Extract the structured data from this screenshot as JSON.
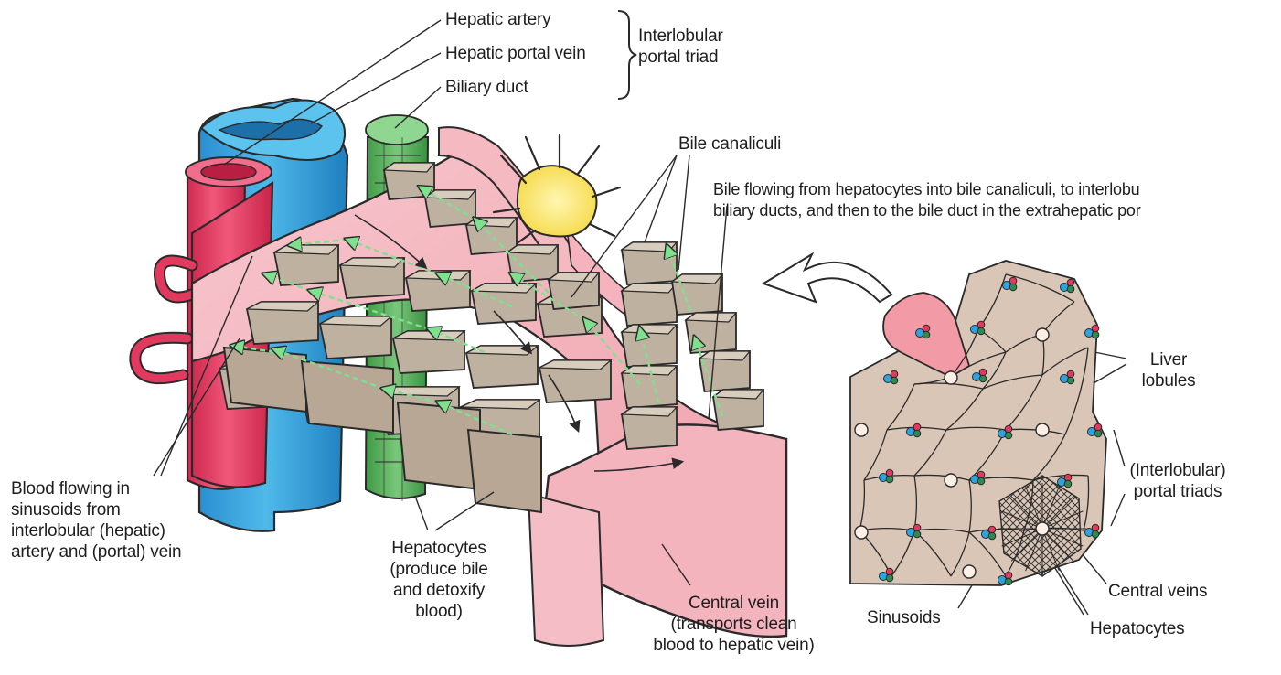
{
  "labels": {
    "hepatic_artery": "Hepatic artery",
    "hepatic_portal_vein": "Hepatic portal vein",
    "biliary_duct": "Biliary duct",
    "interlobular_portal_triad": [
      "Interlobular",
      "portal triad"
    ],
    "bile_canaliculi": "Bile canaliculi",
    "bile_flow": [
      "Bile flowing from hepatocytes into bile canaliculi, to interlobu",
      "biliary ducts, and then to the bile duct in the extrahepatic por"
    ],
    "blood_flow": [
      "Blood flowing in",
      "sinusoids from",
      "interlobular (hepatic)",
      "artery and (portal) vein"
    ],
    "hepatocytes_main": [
      "Hepatocytes",
      "(produce bile",
      "and detoxify",
      "blood)"
    ],
    "central_vein": [
      "Central vein",
      "(transports clean",
      "blood to hepatic vein)"
    ],
    "liver_lobules": [
      "Liver",
      "lobules"
    ],
    "portal_triads": [
      "(Interlobular)",
      "portal triads"
    ],
    "central_veins": "Central veins",
    "sinusoids": "Sinusoids",
    "hepatocytes_lobule": "Hepatocytes"
  },
  "colors": {
    "artery": "#e2395f",
    "portal_vein": "#2ea3dd",
    "bile_duct": "#58b25a",
    "sinusoid_wall": "#f4b7bf",
    "hepatocyte": "#bfb1a0",
    "kupffer_cell": "#fbea7b",
    "canaliculus": "#7fe08e",
    "lobule_fill": "#d9c6b6",
    "outline": "#2a2a2a"
  }
}
